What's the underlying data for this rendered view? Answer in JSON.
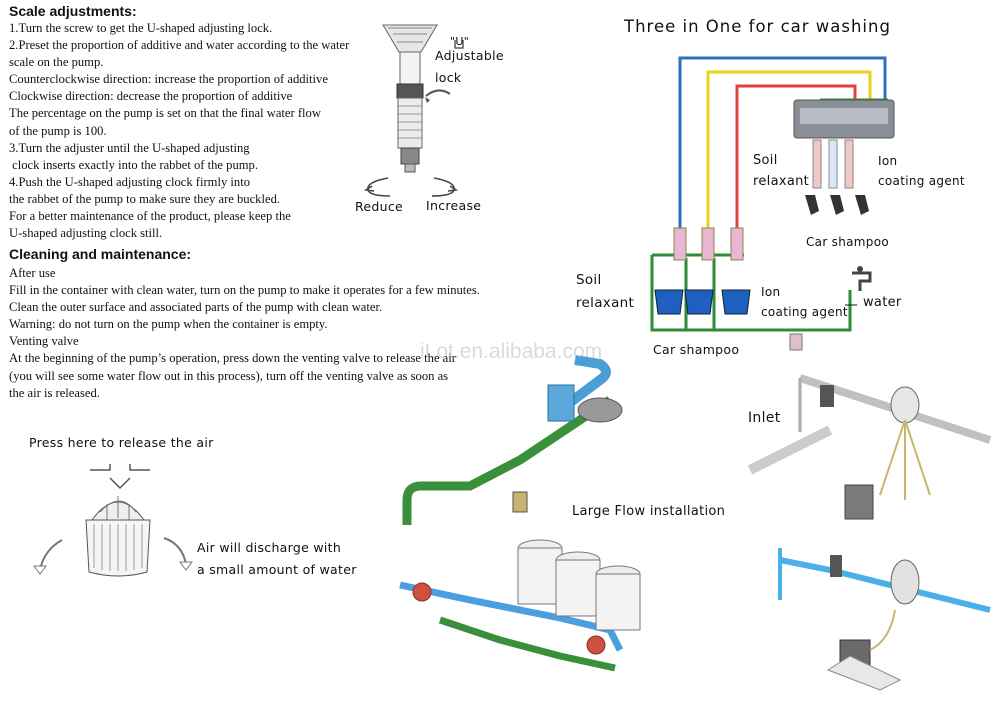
{
  "scale": {
    "heading": "Scale adjustments:",
    "lines": [
      "1.Turn the screw to get the U-shaped adjusting lock.",
      "2.Preset the proportion of additive and water according to the water",
      "scale on the pump.",
      "Counterclockwise direction: increase the proportion of additive",
      "Clockwise direction: decrease the proportion of additive",
      "The percentage on the pump is set on that the final water flow",
      "of the pump is 100.",
      "3.Turn the adjuster until the U-shaped adjusting",
      " clock inserts exactly into the rabbet of the pump.",
      "4.Push the U-shaped adjusting clock firmly into",
      "the rabbet of the pump to make sure they are buckled.",
      "For a better maintenance of the product, please keep the",
      "U-shaped adjusting clock still."
    ]
  },
  "cleaning": {
    "heading": "Cleaning and maintenance:",
    "lines": [
      "After use",
      "Fill in the container with clean water, turn on the pump to make it operates for a few minutes.",
      "Clean the outer surface and associated parts of the pump with clean water.",
      "Warning: do not turn on the pump when the container is empty.",
      "Venting valve",
      "At the beginning of the pump’s operation, press down the venting valve to release the air",
      "(you will see some water flow out in this process), turn off the venting valve as soon as",
      "the air is released."
    ]
  },
  "pump_labels": {
    "u_mark": "\"U\"",
    "adjustable": "Adjustable",
    "lock": "lock",
    "reduce": "Reduce",
    "increase": "Increase"
  },
  "carwash": {
    "title": "Three in One for car washing",
    "soil_upper": [
      "Soil",
      "relaxant"
    ],
    "ion_upper": [
      "Ion",
      "coating agent"
    ],
    "shampoo_upper": "Car shampoo",
    "soil_lower": [
      "Soil",
      "relaxant"
    ],
    "ion_lower": [
      "Ion",
      "coating agent"
    ],
    "water": "water",
    "shampoo_lower": "Car shampoo"
  },
  "venting": {
    "press": "Press here to release the air",
    "discharge": [
      "Air will discharge with",
      "a small amount of water"
    ]
  },
  "install": {
    "inlet": "Inlet",
    "large_flow": "Large Flow installation"
  },
  "watermark": "iLot.en.alibaba.com",
  "colors": {
    "blue_pipe": "#2d6fc0",
    "yellow_pipe": "#e8d21a",
    "red_pipe": "#e04040",
    "green_pipe": "#2e8b3a",
    "bucket": "#1f5fbf"
  }
}
